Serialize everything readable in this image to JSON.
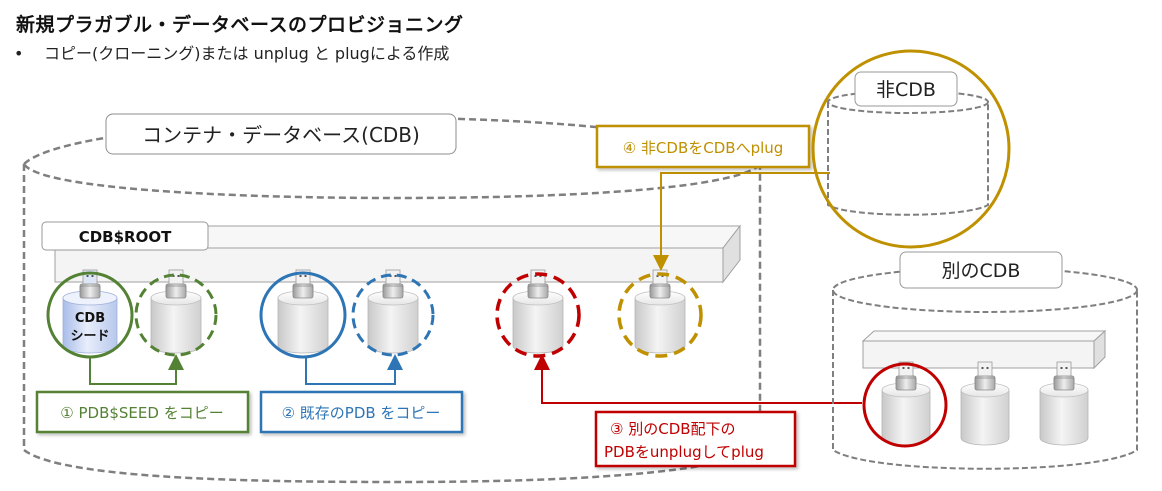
{
  "header": {
    "title": "新規プラガブル・データベースのプロビジョニング",
    "bullet": "•",
    "subtitle": "コピー(クローニング)または unplug と plugによる作成"
  },
  "colors": {
    "green": "#548235",
    "blue": "#2e75b6",
    "red": "#c00000",
    "gold": "#bf9000",
    "dashed_gray": "#808080"
  },
  "cdb": {
    "label": "コンテナ・データベース(CDB)",
    "root_label": "CDB$ROOT",
    "seed_label_line1": "CDB",
    "seed_label_line2": "シード"
  },
  "non_cdb": {
    "label": "非CDB"
  },
  "other_cdb": {
    "label": "別のCDB"
  },
  "methods": [
    {
      "id": "1",
      "label": "① PDB$SEED をコピー",
      "color": "green"
    },
    {
      "id": "2",
      "label": "② 既存のPDB をコピー",
      "color": "blue"
    },
    {
      "id": "3",
      "label_line1": "③ 別のCDB配下の",
      "label_line2": "PDBをunplugしてplug",
      "color": "red"
    },
    {
      "id": "4",
      "label": "④ 非CDBをCDBへplug",
      "color": "gold"
    }
  ]
}
